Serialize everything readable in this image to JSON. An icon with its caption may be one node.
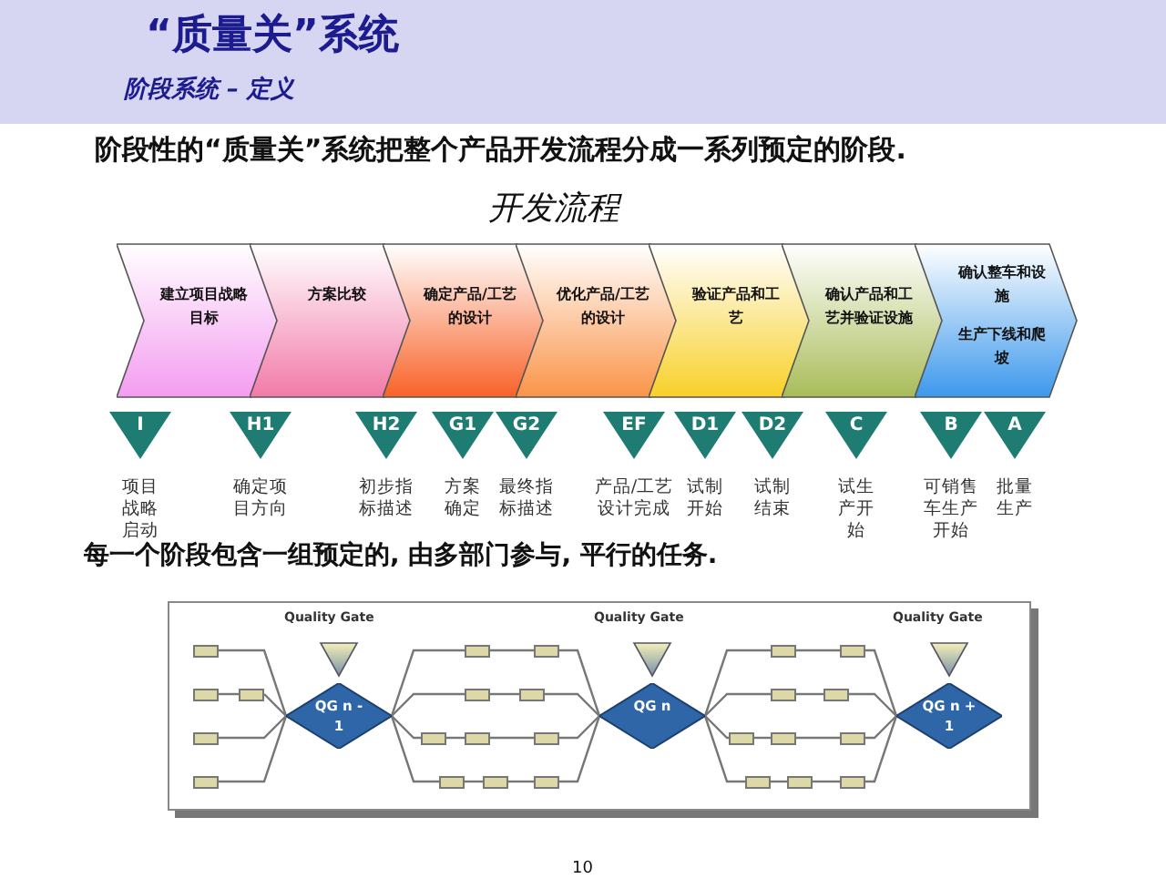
{
  "diagram": {
    "title": "“质量关”系统",
    "nodes": [
      {
        "text": [
          "建立项目战略目标"
        ]
      },
      {
        "text": [
          "方案比较"
        ]
      },
      {
        "text": [
          "确定产品/工艺的设计"
        ]
      },
      {
        "text": [
          "优化产品/工艺的设计"
        ]
      },
      {
        "text": [
          "验证产品和工艺"
        ]
      },
      {
        "text": [
          "确认产品和工艺并验证设施"
        ]
      },
      {
        "text": [
          "确认整车和设施",
          "生产下线和爬坡"
        ]
      },
      {
        "text": [
          "I"
        ],
        "beside": [
          "项目战略启动"
        ]
      },
      {
        "text": [
          "H1"
        ],
        "beside": [
          "确定项目方向"
        ]
      },
      {
        "text": [
          "H2"
        ],
        "beside": [
          "初步指标描述"
        ]
      },
      {
        "text": [
          "G1"
        ],
        "beside": [
          "方案确定"
        ]
      },
      {
        "text": [
          "G2"
        ],
        "beside": [
          "最终指标描述"
        ]
      },
      {
        "text": [
          "EF"
        ],
        "beside": [
          "产品/工艺设计完成"
        ]
      },
      {
        "text": [
          "D1"
        ],
        "beside": [
          "试制开始"
        ]
      },
      {
        "text": [
          "D2"
        ],
        "beside": [
          "试制结束"
        ]
      },
      {
        "text": [
          "C"
        ],
        "beside": [
          "试生产开始"
        ]
      },
      {
        "text": [
          "B"
        ],
        "beside": [
          "可销售车生产开始"
        ]
      },
      {
        "text": [
          "A"
        ],
        "beside": [
          "批量生产"
        ]
      },
      {
        "text": [
          "QG n - 1"
        ]
      },
      {
        "text": [
          "QG n"
        ]
      },
      {
        "text": [
          "QG n + 1"
        ]
      },
      {
        "text": [],
        "shape": "box"
      },
      {
        "text": [],
        "shape": "box"
      },
      {
        "text": [],
        "shape": "box"
      },
      {
        "text": [],
        "shape": "box"
      },
      {
        "text": [],
        "shape": "box"
      },
      {
        "text": [],
        "shape": "box"
      },
      {
        "text": [],
        "shape": "box"
      },
      {
        "text": [],
        "shape": "box"
      },
      {
        "text": [],
        "shape": "box"
      },
      {
        "text": [],
        "shape": "box"
      },
      {
        "text": [],
        "shape": "box"
      },
      {
        "text": [],
        "shape": "box"
      },
      {
        "text": [],
        "shape": "box"
      },
      {
        "text": [],
        "shape": "box"
      },
      {
        "text": [],
        "shape": "box"
      },
      {
        "text": [],
        "shape": "box"
      },
      {
        "text": [],
        "shape": "box"
      },
      {
        "text": [],
        "shape": "box"
      },
      {
        "text": [],
        "shape": "box"
      },
      {
        "text": [],
        "shape": "box"
      },
      {
        "text": [],
        "shape": "box"
      },
      {
        "text": [],
        "shape": "box"
      },
      {
        "text": [],
        "shape": "box"
      },
      {
        "text": [],
        "shape": "box"
      },
      {
        "text": [],
        "shape": "box"
      }
    ],
    "edges": [
      {
        "from": 21,
        "to": 18,
        "arrow": "none"
      },
      {
        "from": 22,
        "to": 23,
        "arrow": "none"
      },
      {
        "from": 23,
        "to": 18,
        "arrow": "none"
      },
      {
        "from": 24,
        "to": 18,
        "arrow": "none"
      },
      {
        "from": 25,
        "to": 18,
        "arrow": "none"
      },
      {
        "from": 18,
        "to": 26,
        "arrow": "none"
      },
      {
        "from": 26,
        "to": 27,
        "arrow": "none"
      },
      {
        "from": 27,
        "to": 19,
        "arrow": "none"
      },
      {
        "from": 18,
        "to": 28,
        "arrow": "none"
      },
      {
        "from": 28,
        "to": 29,
        "arrow": "none"
      },
      {
        "from": 29,
        "to": 19,
        "arrow": "none"
      },
      {
        "from": 18,
        "to": 30,
        "arrow": "none"
      },
      {
        "from": 30,
        "to": 31,
        "arrow": "none"
      },
      {
        "from": 31,
        "to": 32,
        "arrow": "none"
      },
      {
        "from": 32,
        "to": 19,
        "arrow": "none"
      },
      {
        "from": 18,
        "to": 33,
        "arrow": "none"
      },
      {
        "from": 33,
        "to": 34,
        "arrow": "none"
      },
      {
        "from": 34,
        "to": 35,
        "arrow": "none"
      },
      {
        "from": 35,
        "to": 19,
        "arrow": "none"
      },
      {
        "from": 19,
        "to": 36,
        "arrow": "none"
      },
      {
        "from": 36,
        "to": 37,
        "arrow": "none"
      },
      {
        "from": 37,
        "to": 20,
        "arrow": "none"
      },
      {
        "from": 19,
        "to": 38,
        "arrow": "none"
      },
      {
        "from": 38,
        "to": 39,
        "arrow": "none"
      },
      {
        "from": 39,
        "to": 20,
        "arrow": "none"
      },
      {
        "from": 19,
        "to": 40,
        "arrow": "none"
      },
      {
        "from": 40,
        "to": 41,
        "arrow": "none"
      },
      {
        "from": 41,
        "to": 42,
        "arrow": "none"
      },
      {
        "from": 42,
        "to": 20,
        "arrow": "none"
      },
      {
        "from": 19,
        "to": 43,
        "arrow": "none"
      },
      {
        "from": 43,
        "to": 44,
        "arrow": "none"
      },
      {
        "from": 44,
        "to": 45,
        "arrow": "none"
      },
      {
        "from": 45,
        "to": 20,
        "arrow": "none"
      }
    ],
    "labels": [
      "阶段系统 – 定义",
      "阶段性的“质量关”系统把整个产品开发流程分成一系列预定的阶段.",
      "开发流程",
      "每一个阶段包含一组预定的, 由多部门参与, 平行的任务.",
      "Quality Gate",
      "Quality Gate",
      "Quality Gate",
      "10"
    ]
  }
}
